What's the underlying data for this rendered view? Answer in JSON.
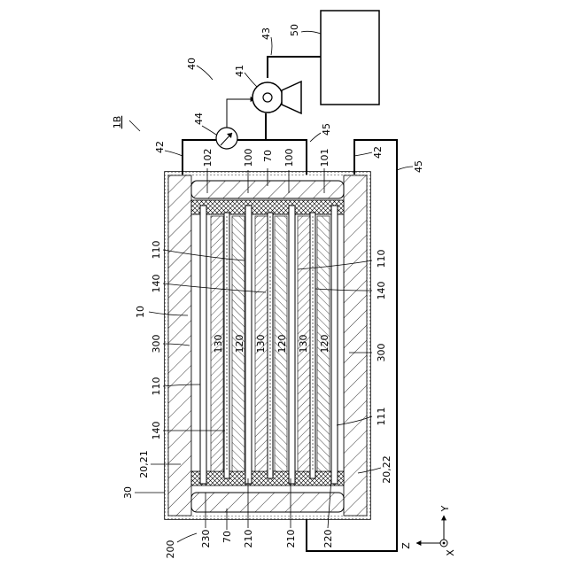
{
  "labels": {
    "l1B": "1B",
    "l10": "10",
    "l30": "30",
    "l40": "40",
    "l41": "41",
    "l42a": "42",
    "l42b": "42",
    "l43": "43",
    "l44": "44",
    "l45a": "45",
    "l45b": "45",
    "l50": "50",
    "l70a": "70",
    "l70b": "70",
    "l100a": "100",
    "l100b": "100",
    "l101": "101",
    "l102": "102",
    "l110a": "110",
    "l110b": "110",
    "l110c": "110",
    "l111": "111",
    "l120a": "120",
    "l120b": "120",
    "l120c": "120",
    "l130a": "130",
    "l130b": "130",
    "l130c": "130",
    "l140a": "140",
    "l140b": "140",
    "l140c": "140",
    "l200": "200",
    "l210a": "210",
    "l210b": "210",
    "l220": "220",
    "l230": "230",
    "l300a": "300",
    "l300b": "300",
    "l2021": "20,21",
    "l2022": "20,22",
    "axY": "Y",
    "axZ": "Z",
    "axX": "X"
  }
}
